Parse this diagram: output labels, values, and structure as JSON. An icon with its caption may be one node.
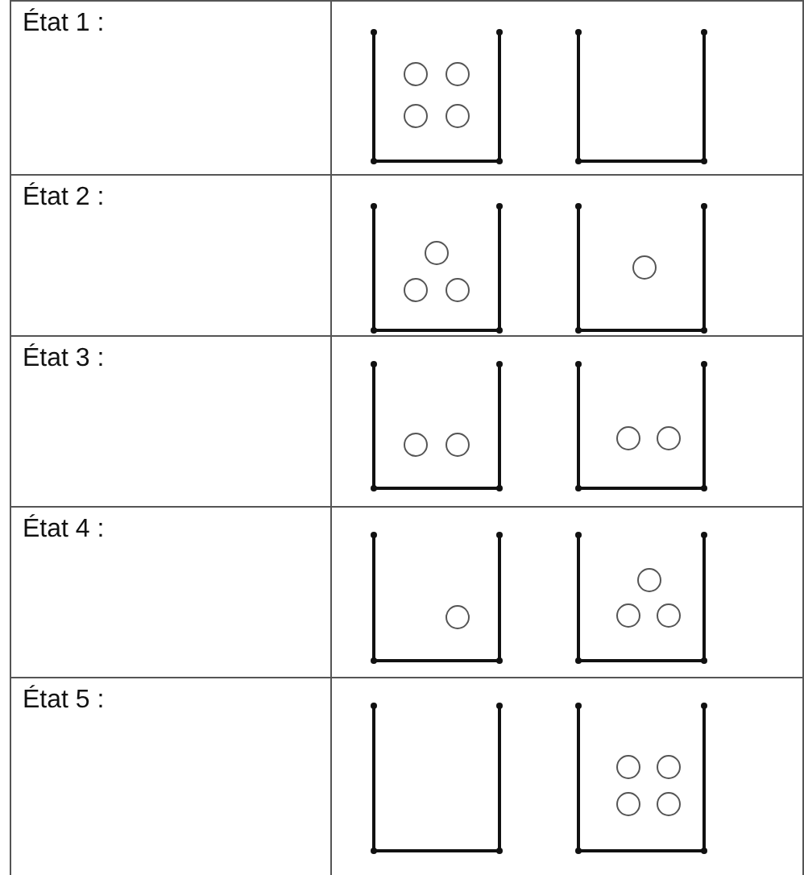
{
  "diagram": {
    "labels": [
      "État 1 :",
      "État 2 :",
      "État 3 :",
      "État 4 :",
      "État 5 :"
    ]
  }
}
